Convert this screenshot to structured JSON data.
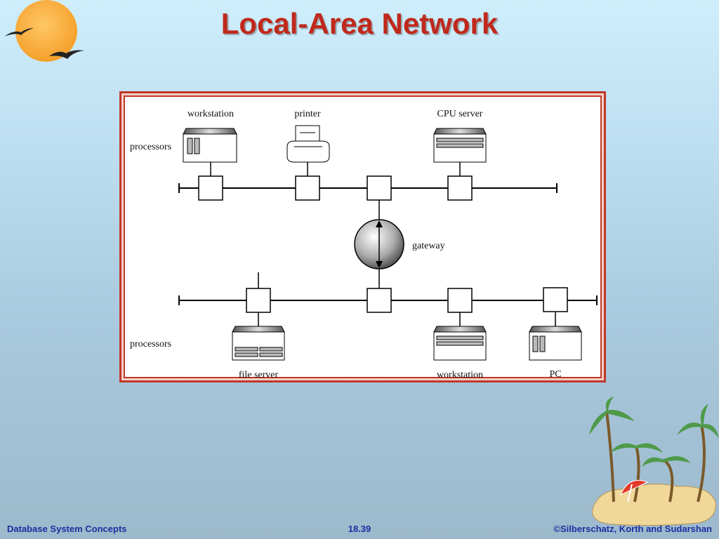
{
  "slide": {
    "title": "Local-Area Network"
  },
  "diagram": {
    "labels": {
      "workstation_top": "workstation",
      "printer": "printer",
      "cpu_server": "CPU server",
      "processors_top": "processors",
      "gateway": "gateway",
      "processors_bottom": "processors",
      "file_server": "file server",
      "workstation_bottom": "workstation",
      "pc": "PC"
    }
  },
  "footer": {
    "left": "Database System Concepts",
    "center": "18.39",
    "right": "©Silberschatz, Korth and Sudarshan"
  }
}
